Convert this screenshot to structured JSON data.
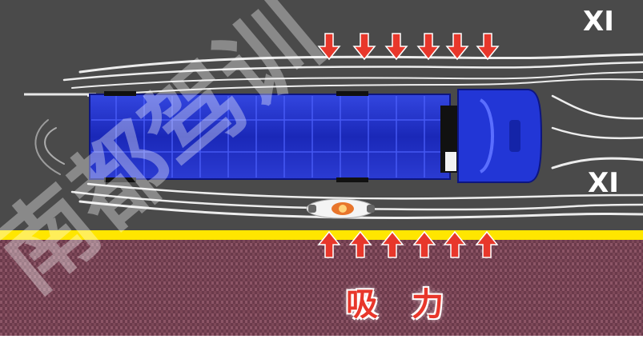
{
  "labels": {
    "suction": "吸 力"
  },
  "road_signs": {
    "top_right": "XI",
    "mid_right": "XI"
  },
  "watermark": {
    "text": "南都驾训"
  },
  "colors": {
    "road": "#4a4a4a",
    "sidewalk": "#6b3a4b",
    "curb_line": "#ffe600",
    "truck": "#1e2fc9",
    "arrow": "#e8372b",
    "airflow": "#ffffff"
  },
  "elements": {
    "truck": "truck",
    "motorcycle": "motorcycle",
    "arrows_top_count": 6,
    "arrows_bottom_count": 6
  }
}
